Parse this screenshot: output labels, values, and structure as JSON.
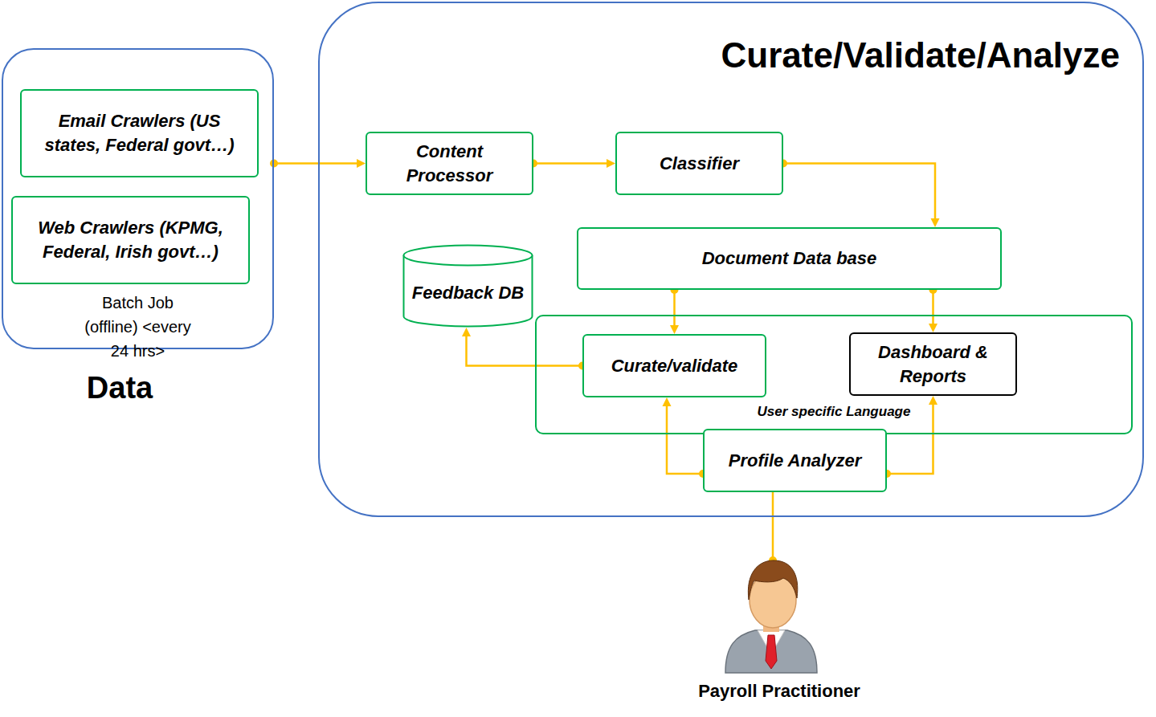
{
  "diagram": {
    "nodes": [
      {
        "text": [
          "Batch Job (offline) <every 24 hrs>",
          "Data"
        ]
      },
      {
        "text": [
          "Email Crawlers (US states, Federal govt…)"
        ],
        "in": 0
      },
      {
        "text": [
          "Web Crawlers (KPMG, Federal, Irish govt…)"
        ],
        "in": 0
      },
      {
        "text": [
          "Curate/Validate/Analyze"
        ]
      },
      {
        "text": [
          "Content Processor"
        ],
        "in": 3
      },
      {
        "text": [
          "Classifier"
        ],
        "in": 3
      },
      {
        "text": [
          "Document Data base"
        ],
        "in": 3
      },
      {
        "text": [
          "Feedback DB"
        ],
        "in": 3
      },
      {
        "text": [
          "User specific Language"
        ],
        "in": 3
      },
      {
        "text": [
          "Curate/validate"
        ],
        "in": 8
      },
      {
        "text": [
          "Dashboard & Reports"
        ],
        "in": 8
      },
      {
        "text": [
          "Profile Analyzer"
        ],
        "in": 3
      },
      {
        "text": [
          "Payroll Practitioner"
        ]
      }
    ],
    "edges": [
      {
        "from": 0,
        "to": 4,
        "arrow": "to"
      },
      {
        "from": 4,
        "to": 5,
        "arrow": "to"
      },
      {
        "from": 5,
        "to": 6,
        "arrow": "to"
      },
      {
        "from": 6,
        "to": 9,
        "arrow": "to"
      },
      {
        "from": 6,
        "to": 10,
        "arrow": "to"
      },
      {
        "from": 9,
        "to": 7,
        "arrow": "to"
      },
      {
        "from": 11,
        "to": 9,
        "arrow": "to"
      },
      {
        "from": 11,
        "to": 10,
        "arrow": "to"
      },
      {
        "from": 12,
        "to": 11,
        "arrow": "none"
      }
    ]
  }
}
